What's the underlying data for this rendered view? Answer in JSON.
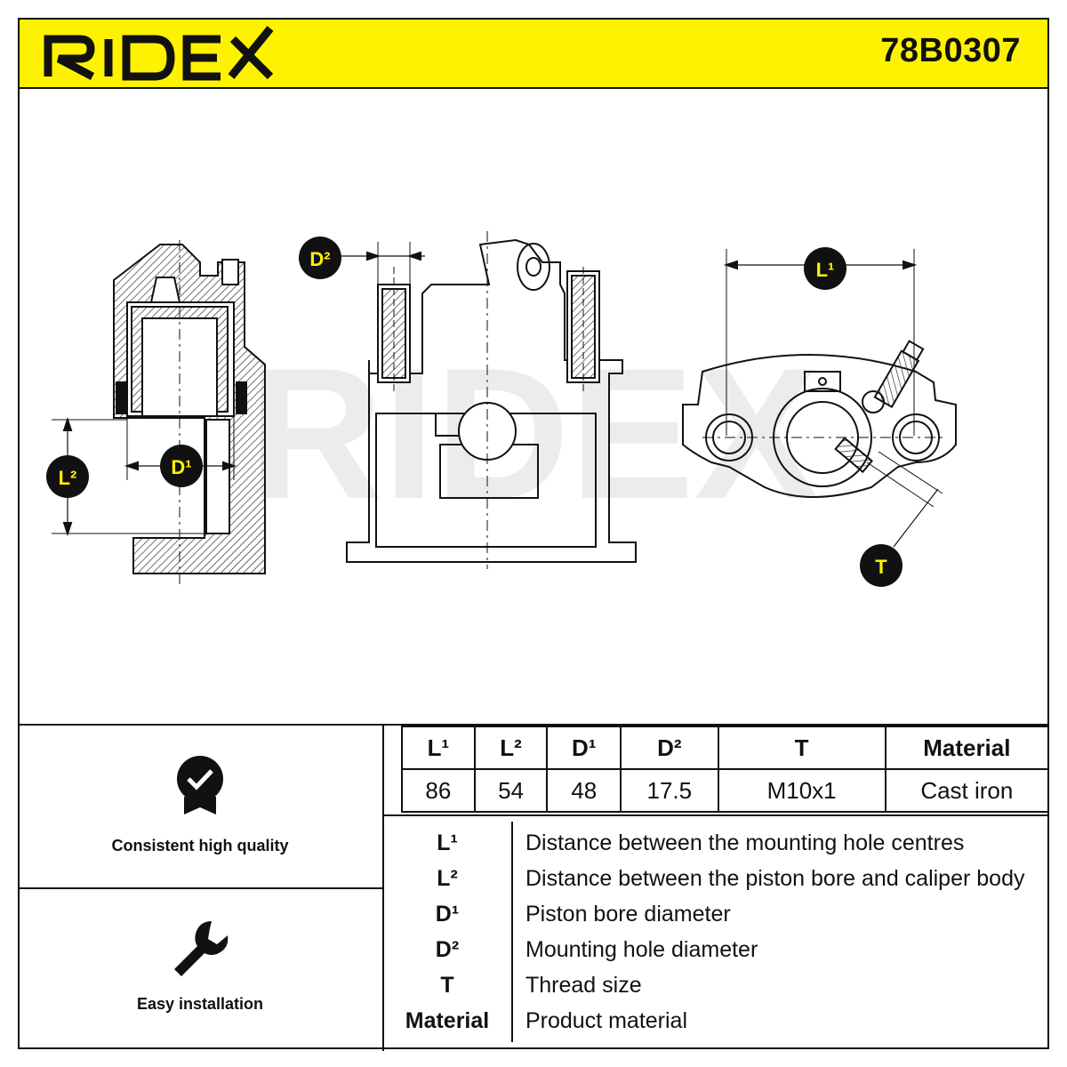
{
  "header": {
    "brand": "RIDEX",
    "part_number": "78B0307",
    "brand_color": "#fff200"
  },
  "drawing": {
    "watermark": "RIDEX",
    "labels": {
      "l1": "L¹",
      "l2": "L²",
      "d1": "D¹",
      "d2": "D²",
      "t": "T"
    }
  },
  "features": [
    {
      "icon": "quality-badge-icon",
      "label": "Consistent high quality"
    },
    {
      "icon": "wrench-icon",
      "label": "Easy installation"
    }
  ],
  "spec_table": {
    "headers": [
      "L¹",
      "L²",
      "D¹",
      "D²",
      "T",
      "Material"
    ],
    "values": [
      "86",
      "54",
      "48",
      "17.5",
      "M10x1",
      "Cast iron"
    ]
  },
  "legend": [
    {
      "key": "L¹",
      "desc": "Distance between the mounting hole centres"
    },
    {
      "key": "L²",
      "desc": "Distance between the piston bore and caliper body"
    },
    {
      "key": "D¹",
      "desc": "Piston bore diameter"
    },
    {
      "key": "D²",
      "desc": "Mounting hole diameter"
    },
    {
      "key": "T",
      "desc": "Thread size"
    },
    {
      "key": "Material",
      "desc": "Product material"
    }
  ]
}
